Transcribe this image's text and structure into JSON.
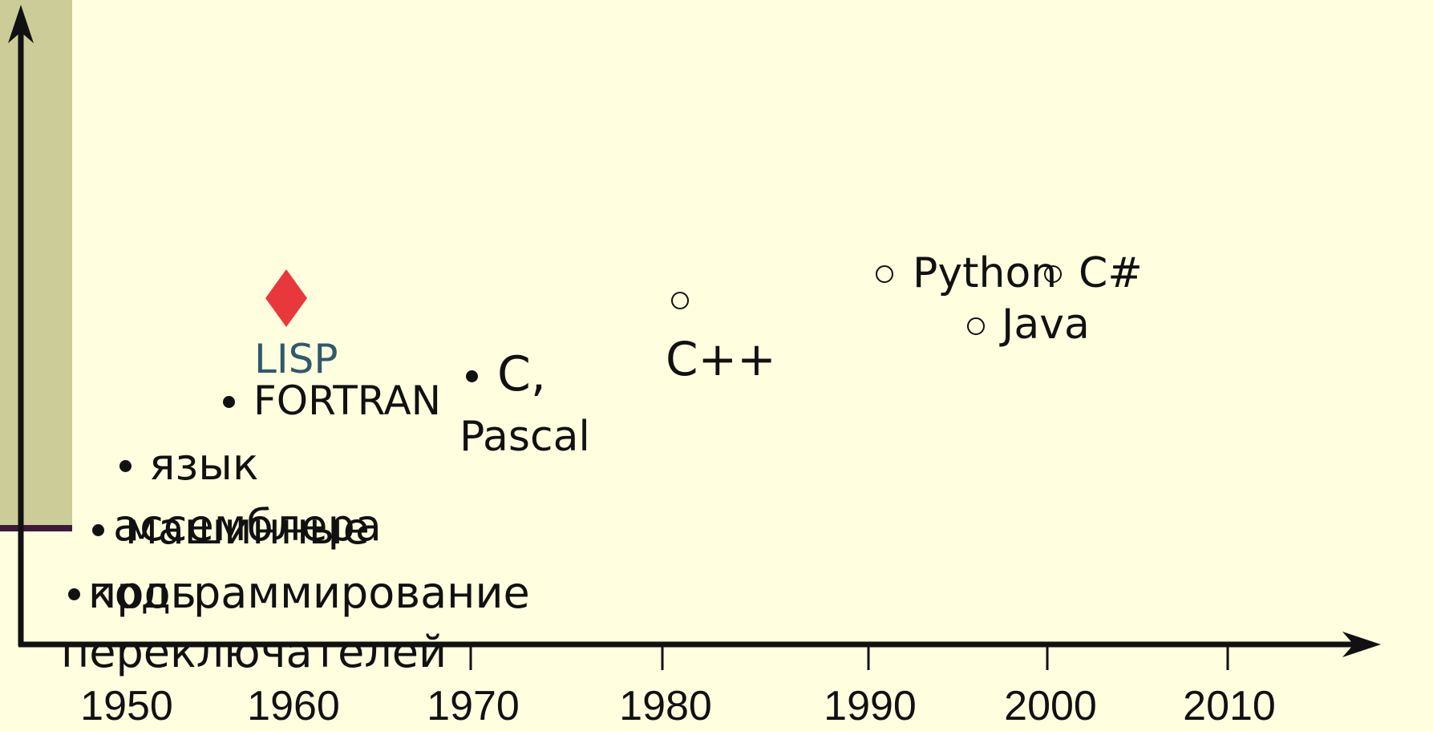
{
  "colors": {
    "background": "#ffffe0",
    "band": "#cccc99",
    "accent_line": "#3d1a3a",
    "lisp_text": "#2e5a6b",
    "lisp_marker": "#e8383b",
    "axis": "#111111"
  },
  "timeline": {
    "years": [
      "1950",
      "1960",
      "1970",
      "1980",
      "1990",
      "2000",
      "2010"
    ],
    "items": {
      "switch_programming_line1": "программирование",
      "switch_programming_line2": "переключателей",
      "machine_codes_line1": "машинные",
      "machine_codes_line2": "коды",
      "assembly_line1": "язык",
      "assembly_line2": "ассемблера",
      "fortran": "FORTRAN",
      "lisp": "LISP",
      "c": "C,",
      "pascal": "Pascal",
      "cpp": "C++",
      "python": "Python",
      "csharp": "C#",
      "java": "Java"
    }
  }
}
